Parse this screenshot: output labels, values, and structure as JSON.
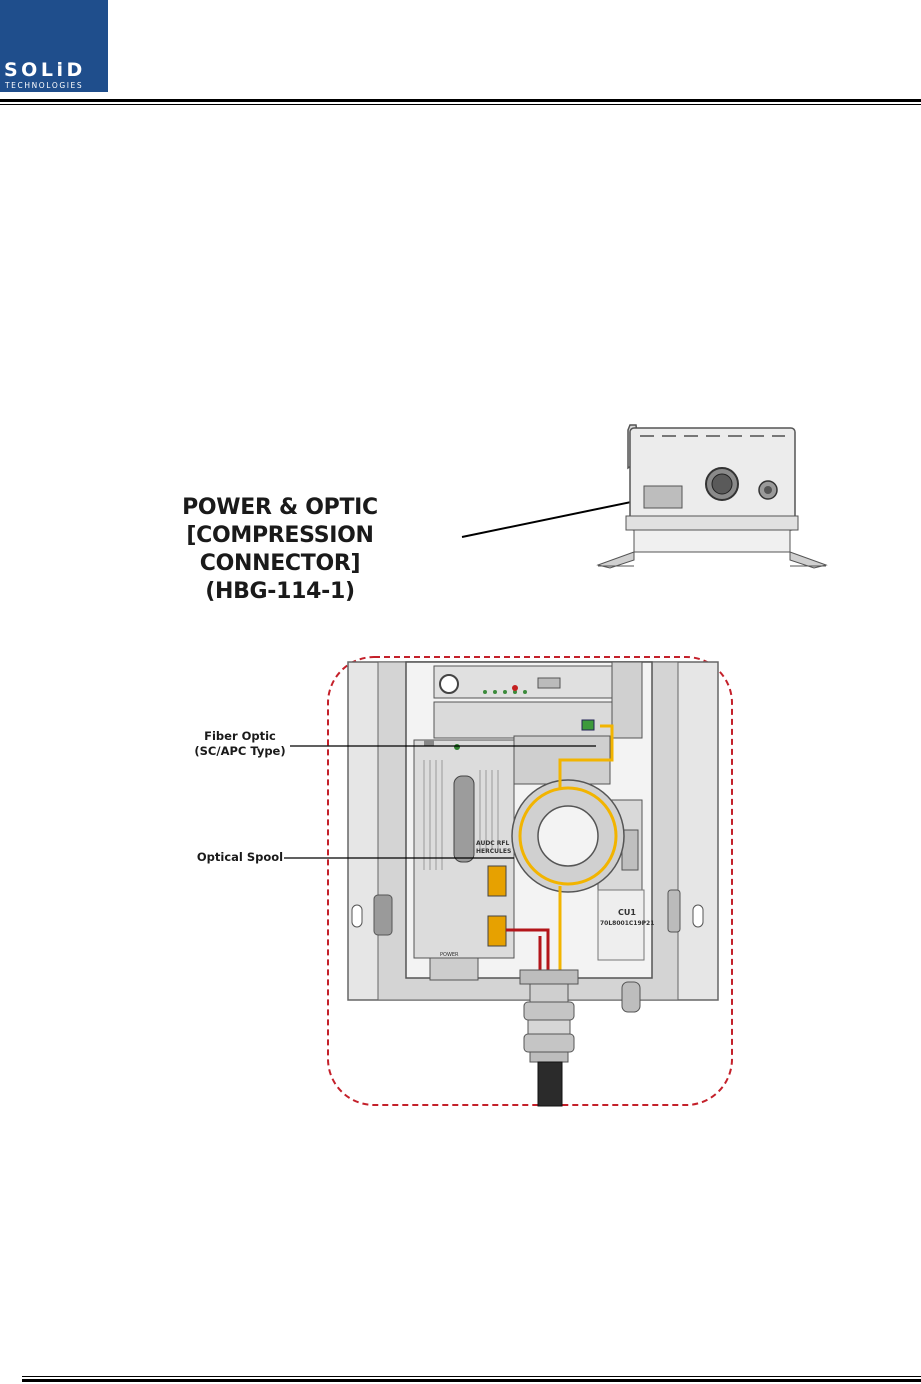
{
  "header": {
    "logo_brand": "SOLiD",
    "logo_sub": "TECHNOLOGIES"
  },
  "figure_top": {
    "callout_line1": "POWER & OPTIC",
    "callout_line2": "[COMPRESSION CONNECTOR]",
    "callout_line3": "(HBG-114-1)"
  },
  "figure_bottom": {
    "label_fiber_line1": "Fiber Optic",
    "label_fiber_line2": "(SC/APC Type)",
    "label_spool": "Optical Spool",
    "module_tag_1": "CU1",
    "module_tag_2": "70L8001C19P21",
    "board_text": "AUDC RFL",
    "board_text_2": "HERCULES",
    "power_label": "POWER",
    "colors": {
      "highlight_border": "#c4202a",
      "fiber": "#f2b400",
      "power_cable": "#b3151a"
    }
  },
  "colors": {
    "logo_bg": "#1f4e8c",
    "logo_text": "#ffffff"
  }
}
